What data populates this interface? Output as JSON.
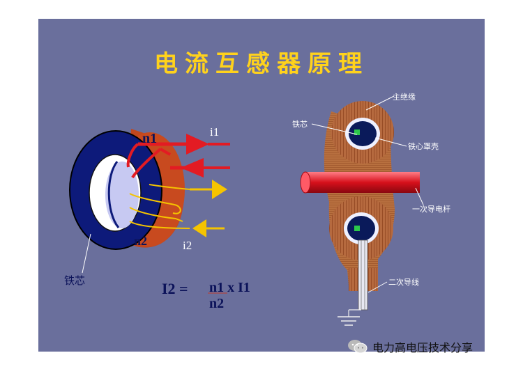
{
  "title": "电流互感器原理",
  "left_diagram": {
    "n1": "n1",
    "i1": "i1",
    "n2": "n2",
    "i2": "i2",
    "core_label": "铁芯"
  },
  "formula": {
    "lhs": "I2 =",
    "numerator": "n1 x I1",
    "denominator": "n2"
  },
  "right_diagram": {
    "main_insulation": "主绝缘",
    "iron_core": "铁芯",
    "core_shell": "铁心罩壳",
    "primary_conductor": "一次导电杆",
    "secondary_wire": "二次导线"
  },
  "footer": {
    "icon": "wechat-icon",
    "text": "电力高电压技术分享"
  },
  "colors": {
    "background": "#6a6f9c",
    "title": "#ffd21c",
    "primary_arrow": "#e31b23",
    "secondary_arrow": "#f5c400",
    "core_dark": "#0d1a7a",
    "core_copper": "#c0471e"
  }
}
